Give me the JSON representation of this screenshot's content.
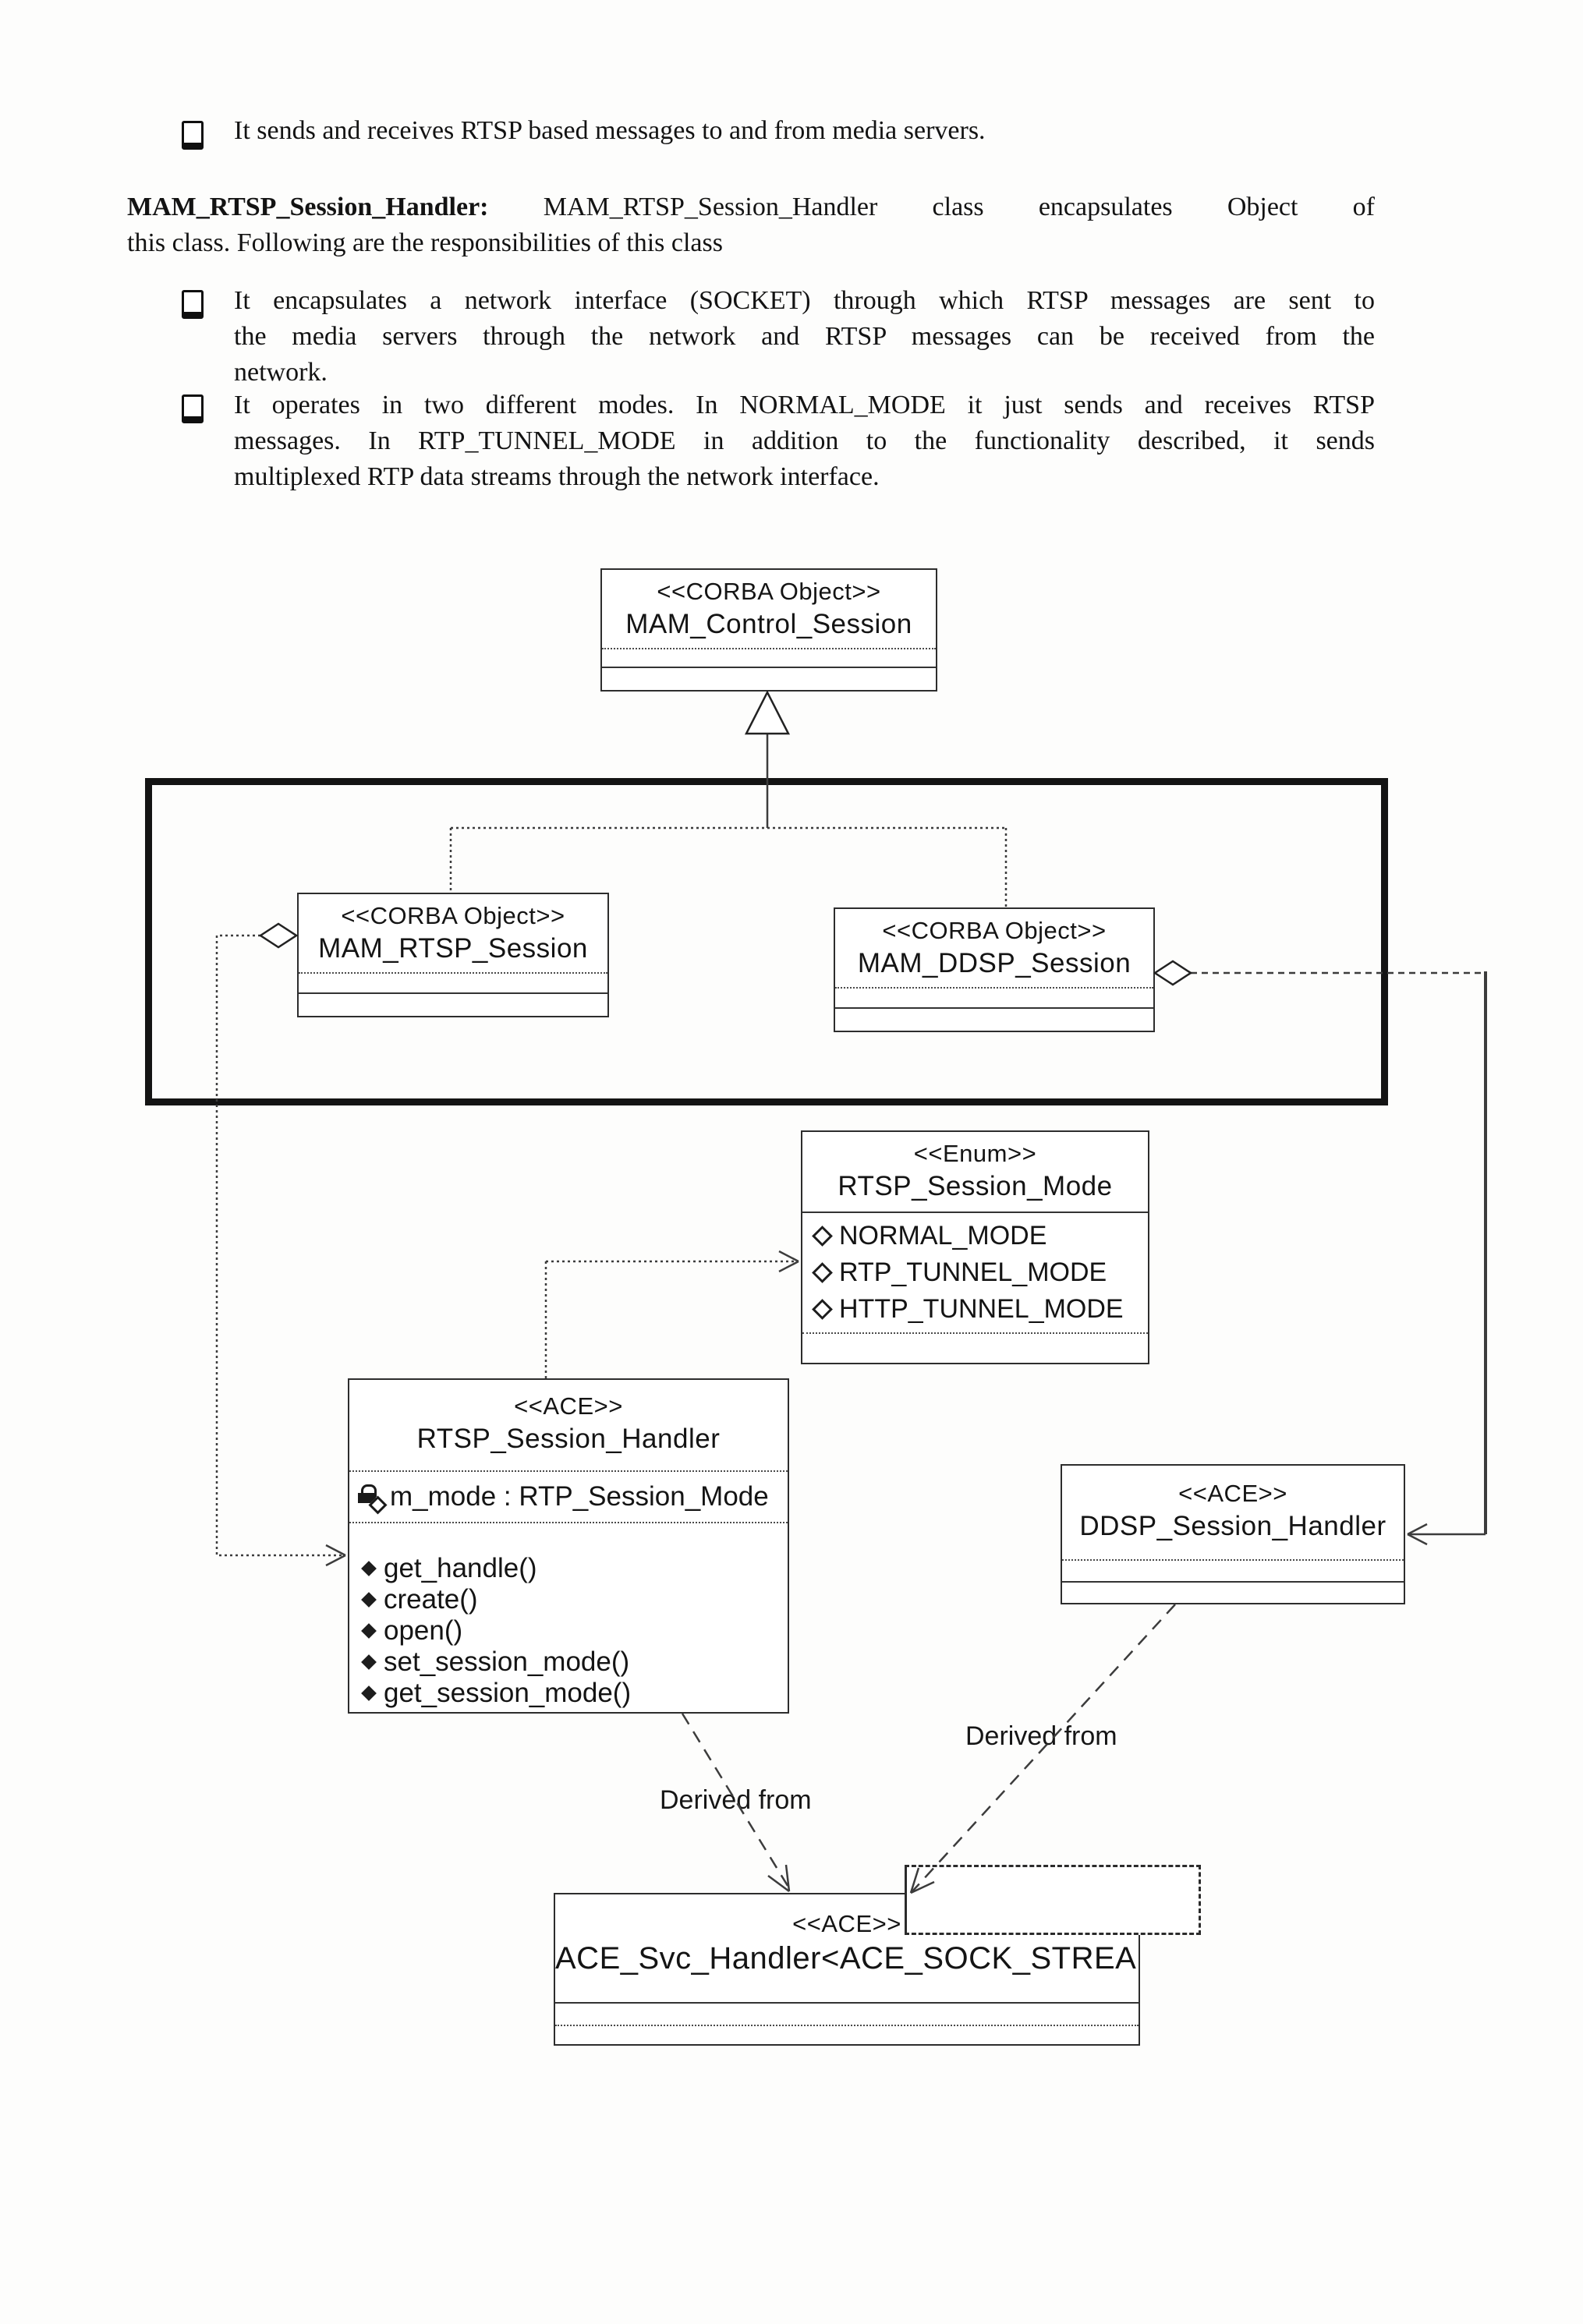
{
  "text": {
    "bullet1": {
      "lines": [
        "It sends and receives RTSP based messages to and from media servers."
      ]
    },
    "heading": {
      "bold": "MAM_RTSP_Session_Handler:",
      "line1_rest": "MAM_RTSP_Session_Handler class encapsulates Object of",
      "line2": "this class. Following are the responsibilities of this class"
    },
    "bullet2": {
      "lines": [
        "It encapsulates a network interface (SOCKET) through which RTSP messages are sent to",
        "the media servers through the network and RTSP messages can be received from the",
        "network."
      ]
    },
    "bullet3": {
      "lines": [
        "It operates in two different modes. In NORMAL_MODE it just sends and receives RTSP",
        "messages. In RTP_TUNNEL_MODE in addition to the functionality described, it sends",
        "multiplexed RTP data streams through the network interface."
      ]
    }
  },
  "diagram": {
    "control": {
      "stereotype": "<<CORBA Object>>",
      "name": "MAM_Control_Session"
    },
    "rtsp_session": {
      "stereotype": "<<CORBA Object>>",
      "name": "MAM_RTSP_Session"
    },
    "ddsp_session": {
      "stereotype": "<<CORBA Object>>",
      "name": "MAM_DDSP_Session"
    },
    "enum_mode": {
      "stereotype": "<<Enum>>",
      "name": "RTSP_Session_Mode",
      "values": [
        "NORMAL_MODE",
        "RTP_TUNNEL_MODE",
        "HTTP_TUNNEL_MODE"
      ]
    },
    "rtsp_handler": {
      "stereotype": "<<ACE>>",
      "name": "RTSP_Session_Handler",
      "attribute": "m_mode : RTP_Session_Mode",
      "operations": [
        "get_handle()",
        "create()",
        "open()",
        "set_session_mode()",
        "get_session_mode()"
      ]
    },
    "ddsp_handler": {
      "stereotype": "<<ACE>>",
      "name": "DDSP_Session_Handler"
    },
    "ace_svc": {
      "stereotype": "<<ACE>>",
      "name": "ACE_Svc_Handler<ACE_SOCK_STREAM>"
    },
    "labels": {
      "derived_left": "Derived from",
      "derived_right": "Derived from"
    },
    "colors": {
      "ink": "#141414",
      "line": "#3c3c3c",
      "bold_frame": "#141414"
    }
  }
}
